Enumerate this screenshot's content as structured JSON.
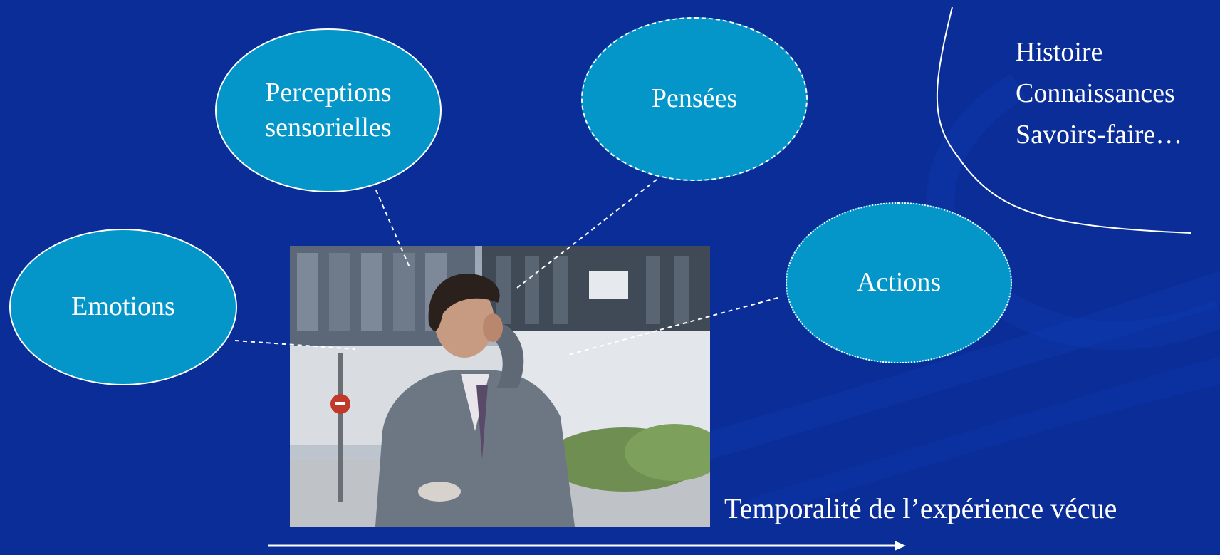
{
  "bubbles": {
    "perceptions": "Perceptions\nsensorielles",
    "pensees": "Pensées",
    "emotions": "Emotions",
    "actions": "Actions"
  },
  "knowledge": {
    "line1": "Histoire",
    "line2": "Connaissances",
    "line3": "Savoirs-faire…"
  },
  "temporality_label": "Temporalité de l’expérience vécue",
  "colors": {
    "background": "#0a2d97",
    "bubble_fill": "#0496c9",
    "text": "#ffffff"
  }
}
